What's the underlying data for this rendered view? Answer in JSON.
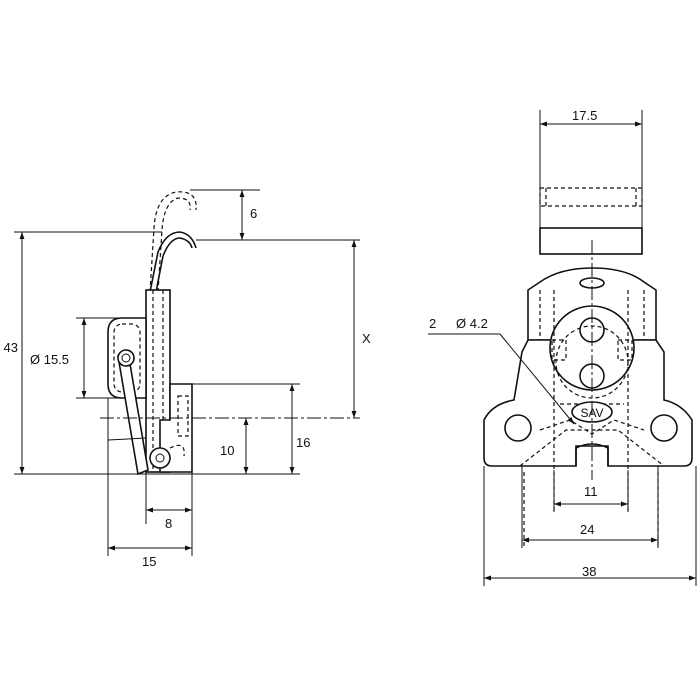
{
  "dimensions": {
    "left": {
      "overall_height": "43",
      "pin_height": "6",
      "x_length": "X",
      "diameter": "Ø 15.5",
      "h10": "10",
      "h16": "16",
      "w8": "8",
      "w15": "15"
    },
    "right": {
      "top_width": "17.5",
      "hole_count": "2",
      "hole_diameter": "Ø 4.2",
      "w11": "11",
      "w24": "24",
      "w38": "38"
    }
  },
  "marking": "SAV",
  "colors": {
    "line": "#111111",
    "background": "#ffffff"
  }
}
